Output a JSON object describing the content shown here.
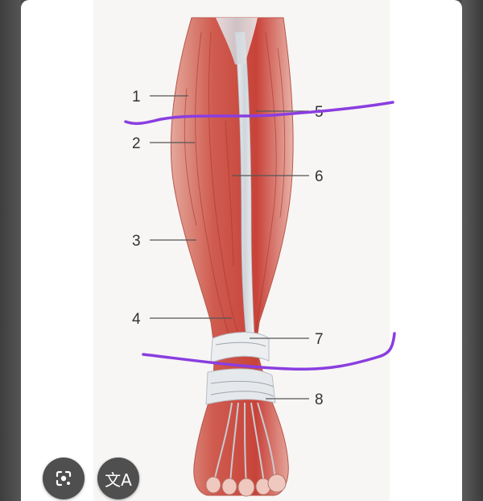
{
  "labels": {
    "l1": "1",
    "l2": "2",
    "l3": "3",
    "l4": "4",
    "l5": "5",
    "l6": "6",
    "l7": "7",
    "l8": "8"
  },
  "buttons": {
    "lens": {
      "icon": "google-lens-icon"
    },
    "translate": {
      "icon": "translate-icon",
      "glyph": "文A"
    }
  },
  "colors": {
    "annotation": "#8a3ee0",
    "muscle": "#c8433a",
    "tendon": "#d9dde2"
  }
}
